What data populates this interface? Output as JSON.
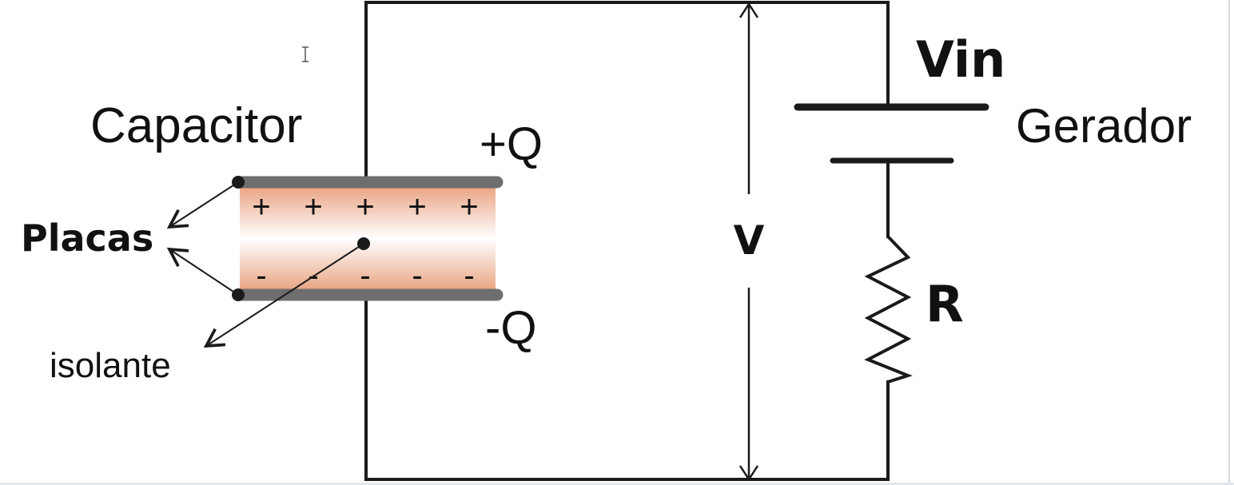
{
  "labels": {
    "capacitor": "Capacitor",
    "plus_q": "+Q",
    "minus_q": "-Q",
    "placas": "Placas",
    "isolante": "isolante",
    "voltage": "V",
    "vin": "Vin",
    "gerador": "Gerador",
    "resistor": "R"
  },
  "charges": {
    "positive": [
      "+",
      "+",
      "+",
      "+",
      "+"
    ],
    "negative": [
      "-",
      "-",
      "-",
      "-",
      "-"
    ]
  },
  "colors": {
    "wire": "#1a1a1a",
    "plate": "#6e6e6e",
    "dielectric_edge": "#e8a07d",
    "dielectric_center": "#ffffff",
    "text": "#111111"
  },
  "icons": {
    "cursor": "text-cursor-icon"
  }
}
